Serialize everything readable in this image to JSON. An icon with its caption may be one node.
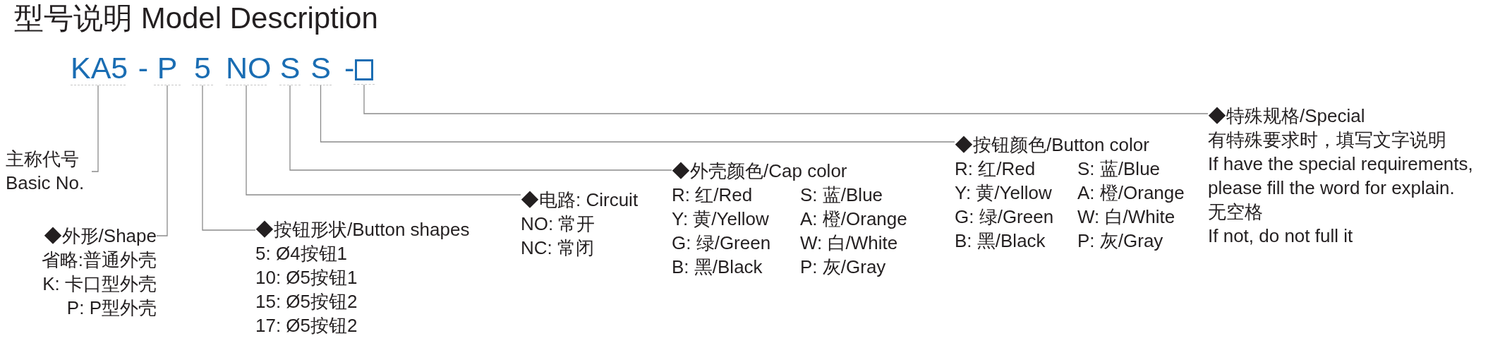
{
  "diagram": {
    "title": "型号说明 Model Description",
    "nodes": [
      {
        "text": [
          "KA5"
        ]
      },
      {
        "text": [
          "P"
        ]
      },
      {
        "text": [
          "5"
        ]
      },
      {
        "text": [
          "NO"
        ]
      },
      {
        "text": [
          "S"
        ]
      },
      {
        "text": [
          "S"
        ]
      },
      {
        "text": [],
        "shape": "box"
      },
      {
        "text": [
          "主称代号",
          "Basic No."
        ]
      },
      {
        "text": [
          "◆外形/Shape",
          "省略:普通外壳",
          "K: 卡口型外壳",
          "P: P型外壳"
        ]
      },
      {
        "text": [
          "◆按钮形状/Button shapes",
          "5: Ø4按钮1",
          "10: Ø5按钮1",
          "15: Ø5按钮2",
          "17: Ø5按钮2"
        ]
      },
      {
        "text": [
          "◆电路: Circuit",
          "NO: 常开",
          "NC: 常闭"
        ]
      },
      {
        "text": [
          "◆外壳颜色/Cap color",
          "R: 红/Red",
          "S: 蓝/Blue",
          "Y: 黄/Yellow",
          "A: 橙/Orange",
          "G: 绿/Green",
          "W: 白/White",
          "B: 黑/Black",
          "P: 灰/Gray"
        ]
      },
      {
        "text": [
          "◆按钮颜色/Button color",
          "R: 红/Red",
          "S: 蓝/Blue",
          "Y: 黄/Yellow",
          "A: 橙/Orange",
          "G: 绿/Green",
          "W: 白/White",
          "B: 黑/Black",
          "P: 灰/Gray"
        ]
      },
      {
        "text": [
          "◆特殊规格/Special",
          "有特殊要求时，填写文字说明",
          "If have the special requirements, please fill the word for explain.",
          "无空格",
          "If not, do not full it"
        ]
      }
    ],
    "edges": [
      {
        "from": 0,
        "to": 7,
        "arrow": "none"
      },
      {
        "from": 1,
        "to": 8,
        "arrow": "none"
      },
      {
        "from": 2,
        "to": 9,
        "arrow": "none"
      },
      {
        "from": 3,
        "to": 10,
        "arrow": "none"
      },
      {
        "from": 4,
        "to": 11,
        "arrow": "none"
      },
      {
        "from": 5,
        "to": 12,
        "arrow": "none"
      },
      {
        "from": 6,
        "to": 13,
        "arrow": "none"
      }
    ],
    "labels": [
      "-",
      "-"
    ]
  }
}
